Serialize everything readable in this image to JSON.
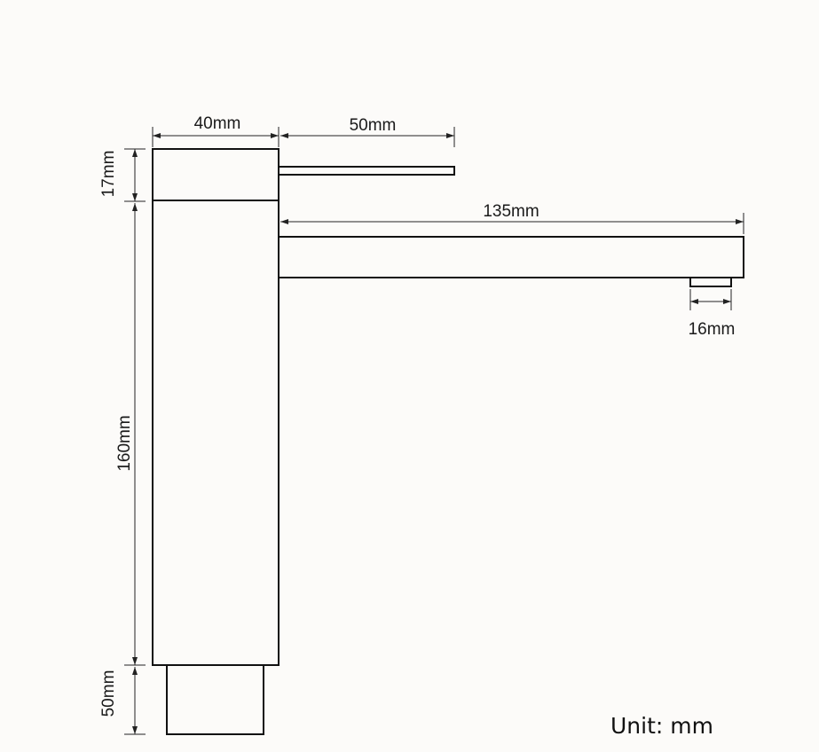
{
  "dimensions": {
    "body_width": "40mm",
    "handle_length": "50mm",
    "spout_length": "135mm",
    "aerator_width": "16mm",
    "handle_height": "17mm",
    "body_height": "160mm",
    "base_height": "50mm"
  },
  "unit_label": "Unit: mm",
  "colors": {
    "background": "#fcfbf9",
    "line": "#111111"
  }
}
